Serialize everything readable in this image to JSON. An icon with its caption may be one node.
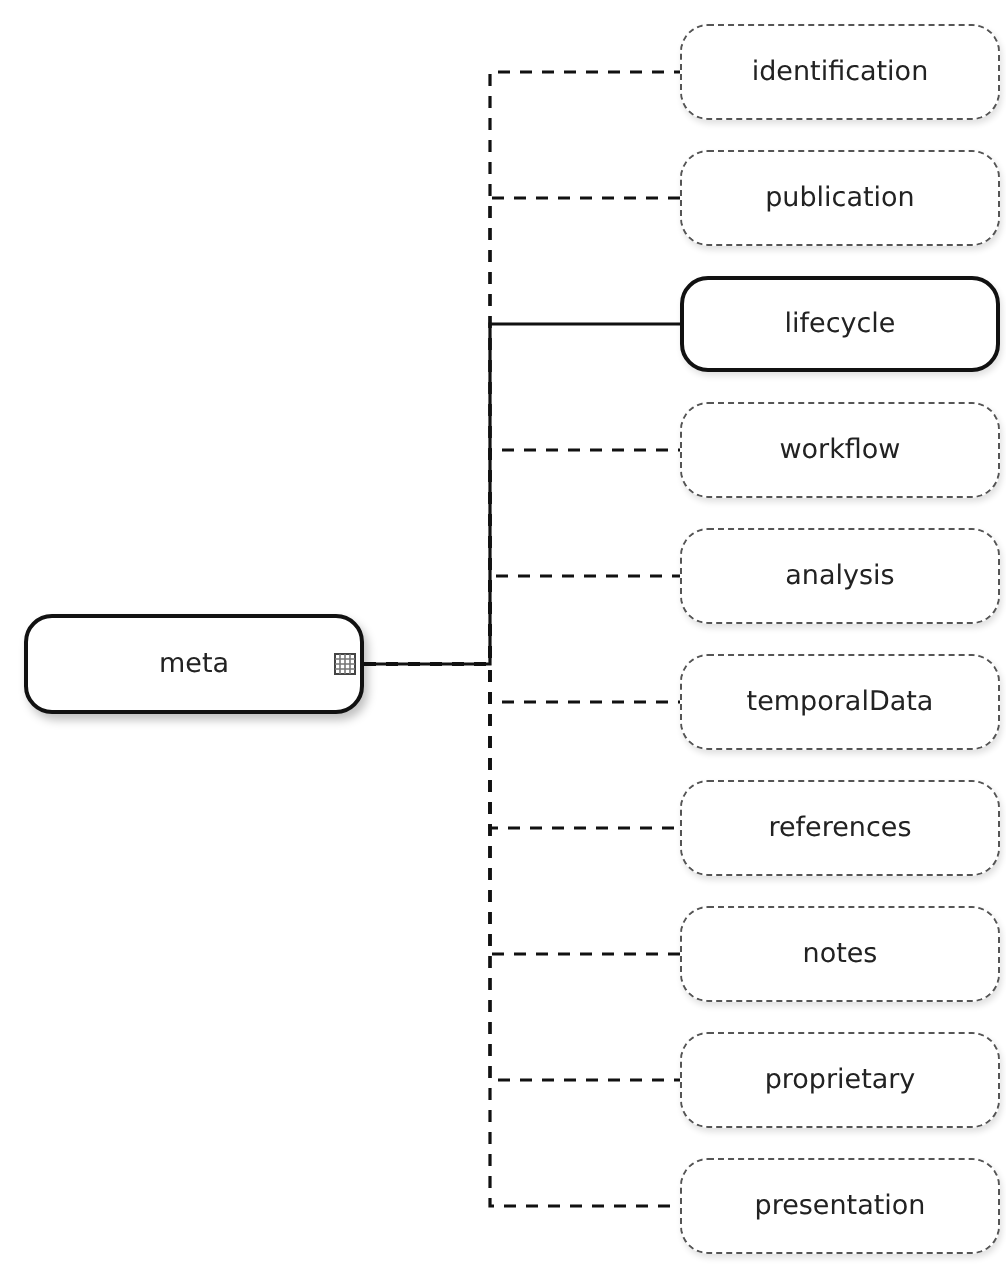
{
  "diagram": {
    "nodes": [
      {
        "text": [
          "meta"
        ]
      },
      {
        "text": [
          "identification"
        ]
      },
      {
        "text": [
          "publication"
        ]
      },
      {
        "text": [
          "lifecycle"
        ]
      },
      {
        "text": [
          "workflow"
        ]
      },
      {
        "text": [
          "analysis"
        ]
      },
      {
        "text": [
          "temporalData"
        ]
      },
      {
        "text": [
          "references"
        ]
      },
      {
        "text": [
          "notes"
        ]
      },
      {
        "text": [
          "proprietary"
        ]
      },
      {
        "text": [
          "presentation"
        ]
      }
    ],
    "edges": [
      {
        "from": 0,
        "to": 1,
        "arrow": "none",
        "style": "dashed"
      },
      {
        "from": 0,
        "to": 2,
        "arrow": "none",
        "style": "dashed"
      },
      {
        "from": 0,
        "to": 3,
        "arrow": "none"
      },
      {
        "from": 0,
        "to": 4,
        "arrow": "none",
        "style": "dashed"
      },
      {
        "from": 0,
        "to": 5,
        "arrow": "none",
        "style": "dashed"
      },
      {
        "from": 0,
        "to": 6,
        "arrow": "none",
        "style": "dashed"
      },
      {
        "from": 0,
        "to": 7,
        "arrow": "none",
        "style": "dashed"
      },
      {
        "from": 0,
        "to": 8,
        "arrow": "none",
        "style": "dashed"
      },
      {
        "from": 0,
        "to": 9,
        "arrow": "none",
        "style": "dashed"
      },
      {
        "from": 0,
        "to": 10,
        "arrow": "none",
        "style": "dashed"
      }
    ]
  }
}
